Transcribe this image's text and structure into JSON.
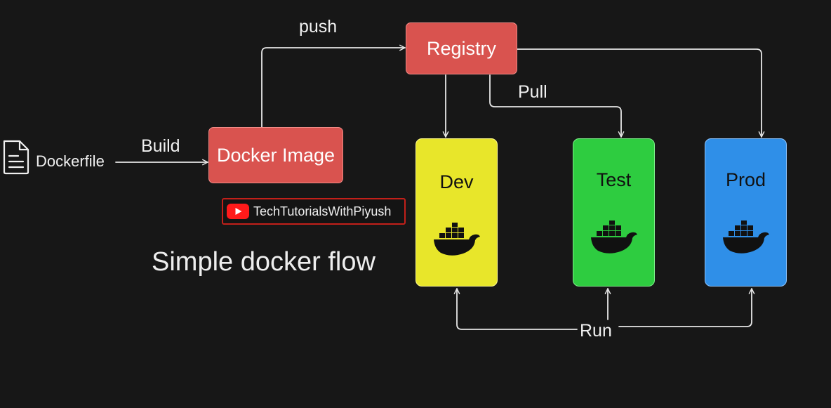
{
  "diagram": {
    "title": "Simple docker flow",
    "source_file": {
      "label": "Dockerfile",
      "icon": "file-icon"
    },
    "nodes": {
      "docker_image": "Docker Image",
      "registry": "Registry",
      "dev": "Dev",
      "test": "Test",
      "prod": "Prod"
    },
    "edge_labels": {
      "build": "Build",
      "push": "push",
      "pull": "Pull",
      "run": "Run"
    },
    "watermark": {
      "text": "TechTutorialsWithPiyush",
      "icon": "youtube-logo-icon"
    },
    "colors": {
      "background": "#171717",
      "red_box": "#d9534f",
      "dev": "#e8e62a",
      "test": "#2ecc40",
      "prod": "#2f8fe8",
      "arrows": "#e6e6e6"
    }
  }
}
